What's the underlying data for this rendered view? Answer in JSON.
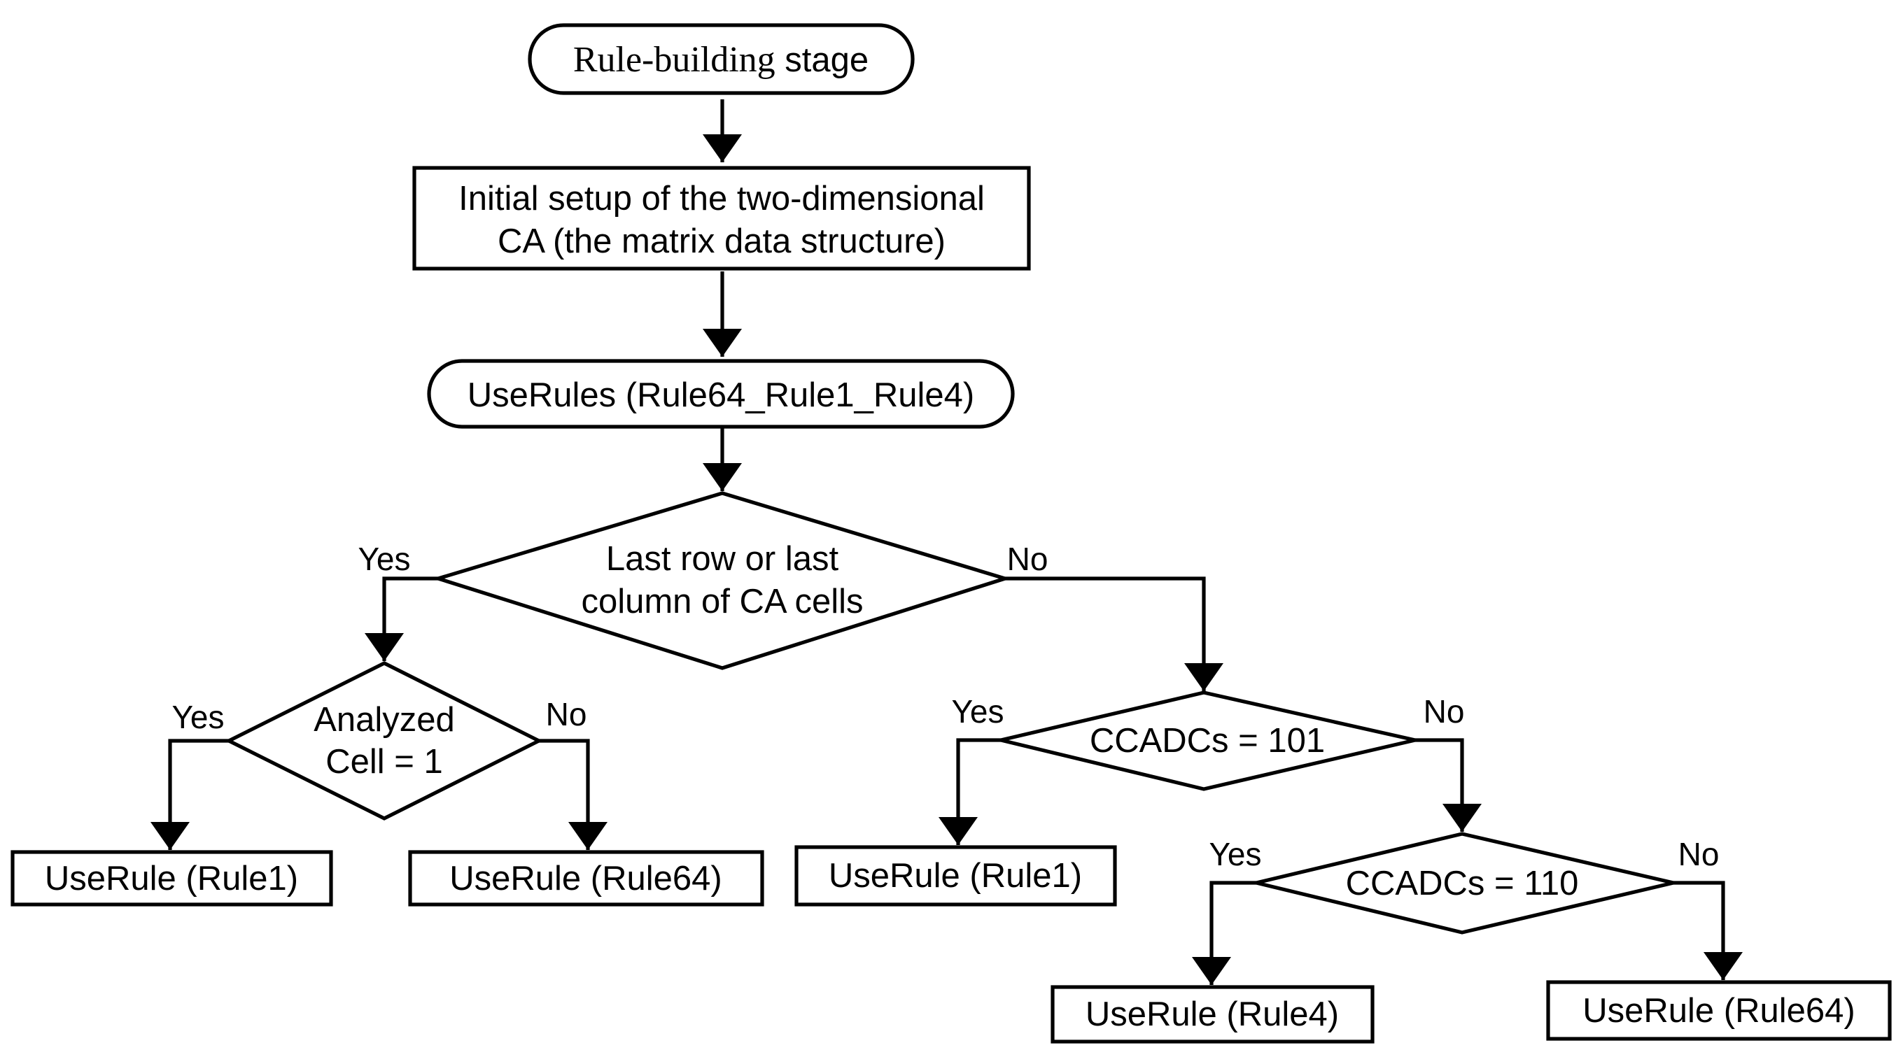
{
  "nodes": {
    "start": {
      "serif_part": "Rule-building",
      "sans_part": " stage"
    },
    "setup": {
      "line1": "Initial setup of the two-dimensional",
      "line2": "CA (the matrix data structure)"
    },
    "use_rules": {
      "label": "UseRules (Rule64_Rule1_Rule4)"
    },
    "decision_last": {
      "line1": "Last row or last",
      "line2": "column of CA cells"
    },
    "decision_cell": {
      "line1": "Analyzed",
      "line2": "Cell = 1"
    },
    "decision_101": {
      "label": "CCADCs = 101"
    },
    "decision_110": {
      "label": "CCADCs = 110"
    },
    "out_rule1_left": {
      "label": "UseRule (Rule1)"
    },
    "out_rule64_left": {
      "label": "UseRule (Rule64)"
    },
    "out_rule1_mid": {
      "label": "UseRule (Rule1)"
    },
    "out_rule4": {
      "label": "UseRule (Rule4)"
    },
    "out_rule64_right": {
      "label": "UseRule (Rule64)"
    }
  },
  "edge_labels": {
    "last_yes": "Yes",
    "last_no": "No",
    "cell_yes": "Yes",
    "cell_no": "No",
    "d101_yes": "Yes",
    "d101_no": "No",
    "d110_yes": "Yes",
    "d110_no": "No"
  },
  "colors": {
    "stroke": "#000000",
    "background": "#ffffff"
  }
}
